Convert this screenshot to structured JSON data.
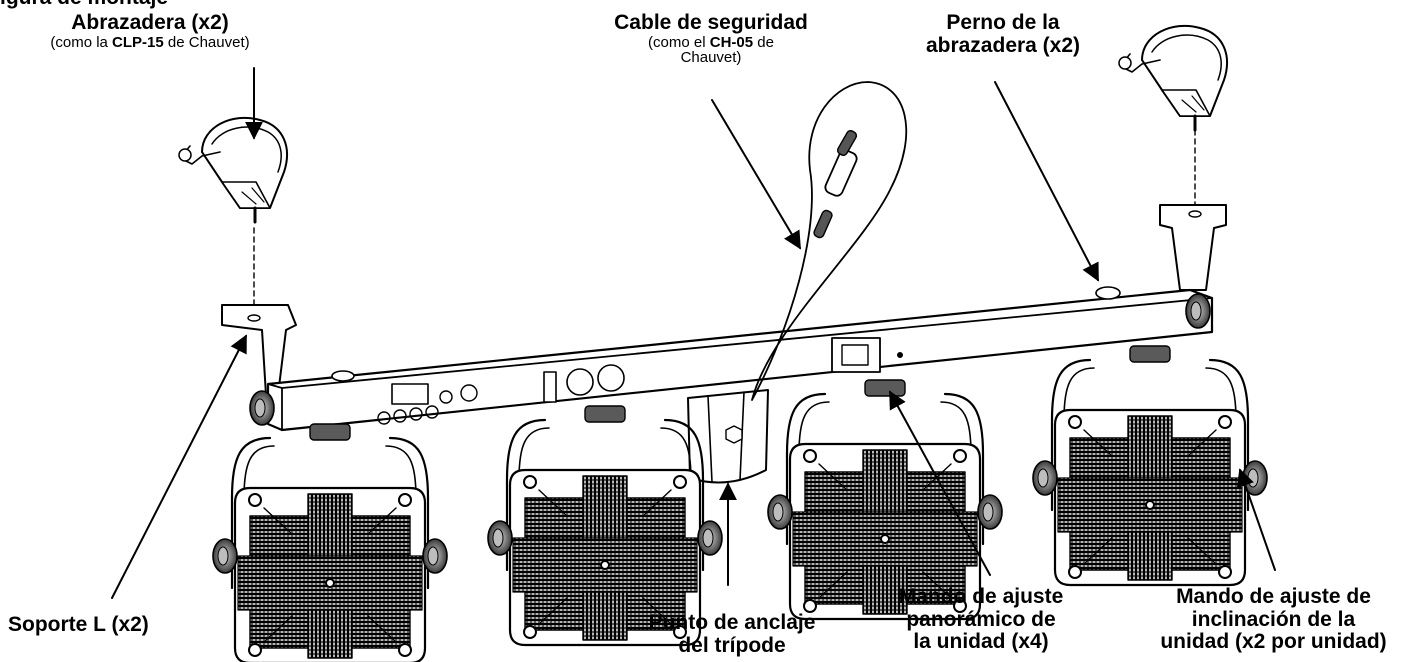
{
  "header_fragment": "igura de montaje",
  "labels": {
    "clamp": {
      "title": "Abrazadera (x2)",
      "sub_pre": "(como la ",
      "sub_bold": "CLP-15",
      "sub_post": " de Chauvet)"
    },
    "cable": {
      "title": "Cable de seguridad",
      "sub_pre": "(como el ",
      "sub_bold": "CH-05",
      "sub_post": " de",
      "sub_line2": "Chauvet)"
    },
    "bolt": {
      "title_line1": "Perno de la",
      "title_line2": "abrazadera (x2)"
    },
    "lbracket": {
      "title": "Soporte L (x2)"
    },
    "tripod": {
      "line1": "Punto de anclaje",
      "line2": "del trípode"
    },
    "pan": {
      "line1": "Mando de ajuste",
      "line2": "panorámico de",
      "line3": "la unidad (x4)"
    },
    "tilt": {
      "line1": "Mando de ajuste de",
      "line2": "inclinación de la",
      "line3": "unidad (x2 por unidad)"
    }
  },
  "colors": {
    "line": "#000000",
    "fill": "#ffffff",
    "knob": "#6b6b6b",
    "fin": "#9a9a9a"
  }
}
